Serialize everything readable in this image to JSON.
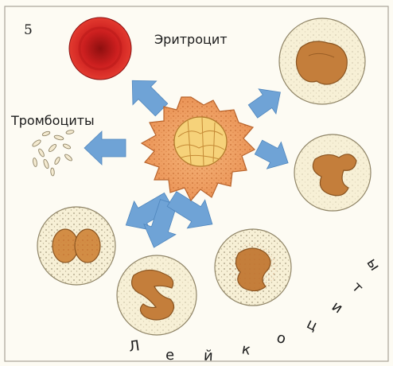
{
  "figure_number": "5",
  "labels": {
    "erythrocyte": "Эритроцит",
    "thrombocytes": "Тромбоциты",
    "leukocytes": "Лейкоциты"
  },
  "colors": {
    "background": "#fdfbf3",
    "border": "#a9a397",
    "arrow": "#6fa3d6",
    "erythrocyte": "#d92323",
    "stem_cell": "#f2a86a",
    "nucleus": "#d18a45",
    "cell_body": "#f7f0d6",
    "granules": "#9a8f72"
  }
}
